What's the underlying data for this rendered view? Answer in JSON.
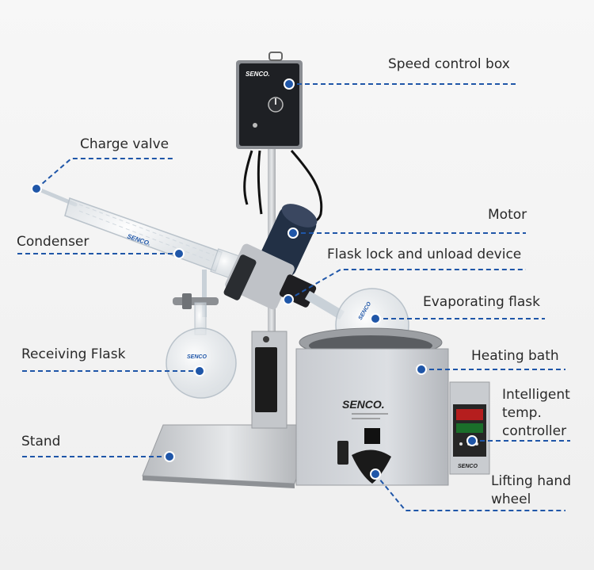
{
  "labels": {
    "speed_control_box": "Speed control box",
    "charge_valve": "Charge valve",
    "motor": "Motor",
    "condenser": "Condenser",
    "flask_lock": "Flask lock and unload device",
    "evaporating_flask": "Evaporating flask",
    "receiving_flask": "Receiving Flask",
    "heating_bath": "Heating bath",
    "intelligent_line1": "Intelligent",
    "intelligent_line2": "temp.",
    "intelligent_line3": "controller",
    "stand": "Stand",
    "lifting_line1": "Lifting hand",
    "lifting_line2": "wheel"
  },
  "brand": {
    "speed_box": "SENCO.",
    "condenser": "SENCO.",
    "receiving_flask": "SENCO",
    "evaporating_flask": "SENCO",
    "bath": "SENCO.",
    "controller": "SENCO"
  },
  "colors": {
    "accent": "#1f56a8",
    "background": "#f3f3f3",
    "text": "#2a2a2a"
  },
  "icons": {
    "callout_dot": "dot",
    "leader_line": "dashed-line"
  }
}
